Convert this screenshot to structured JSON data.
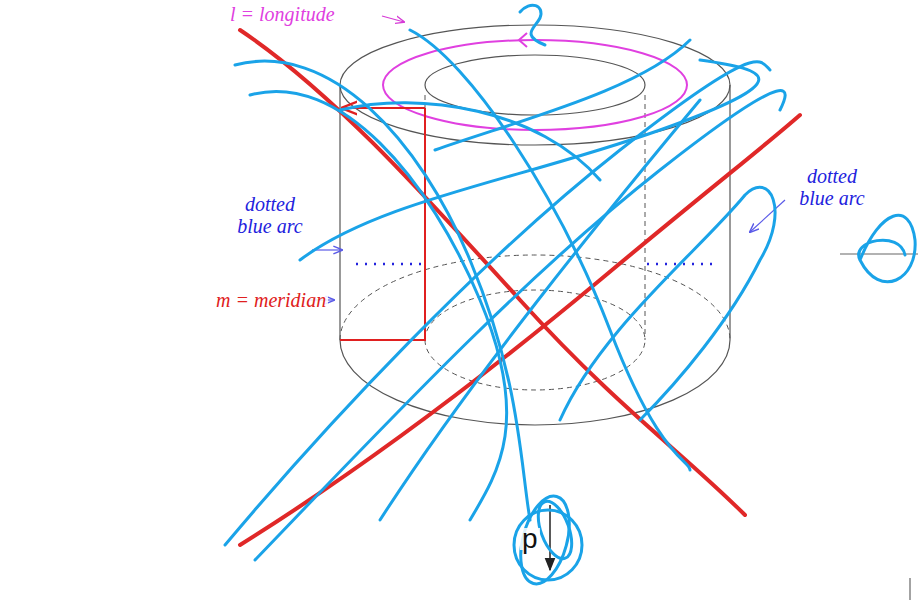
{
  "diagram": {
    "labels": [
      "l = longitude",
      "dotted blue arc",
      "dotted blue arc",
      "m = meridian",
      "p"
    ]
  }
}
